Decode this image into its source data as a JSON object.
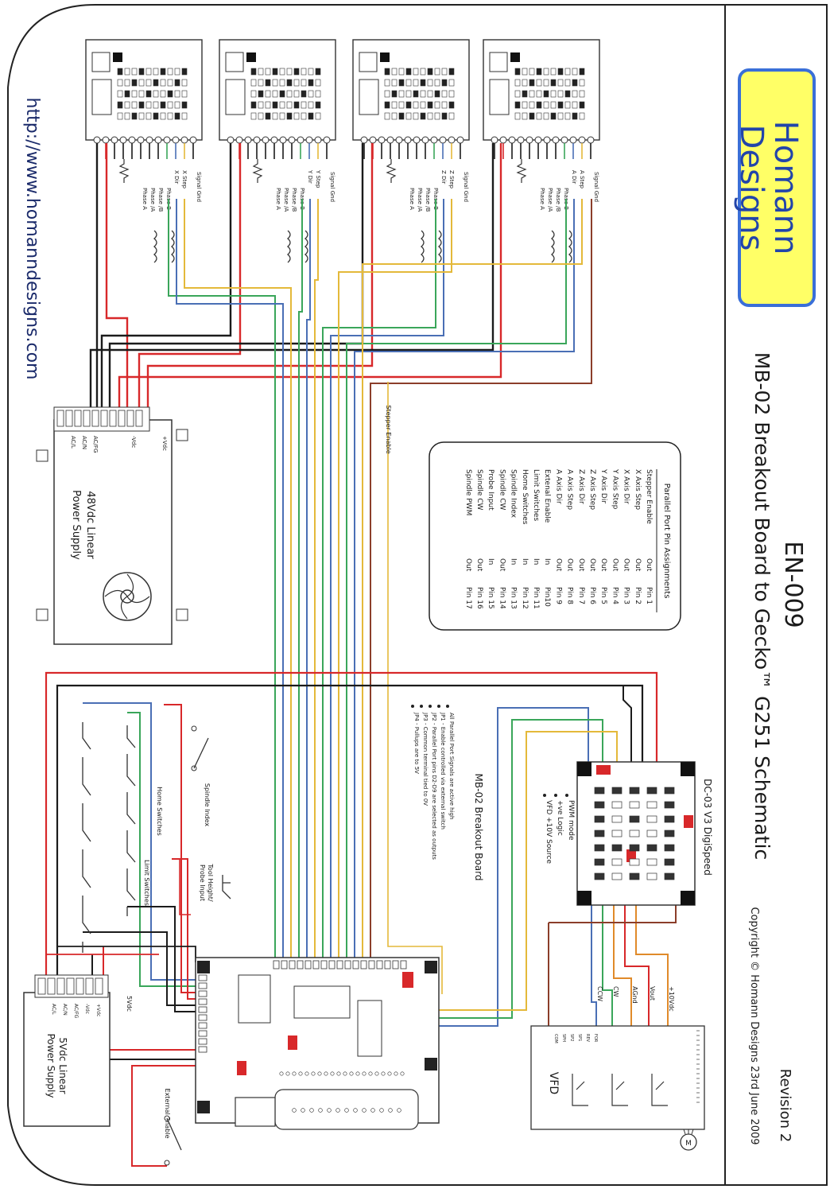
{
  "colors": {
    "red": "#d8282a",
    "black": "#1b1b1b",
    "blue": "#4a6fb5",
    "green": "#3aa65a",
    "yellow": "#e4b93a",
    "brown": "#8b3e2a",
    "orange": "#e08a2a",
    "logo_fill": "#ffff66",
    "logo_border": "#3a6fd8",
    "logo_text": "#2244aa"
  },
  "title_block": {
    "logo_line1": "Homann",
    "logo_line2": "Designs",
    "doc_number": "EN-009",
    "title": "MB-02 Breakout Board to Gecko™ G251 Schematic",
    "copyright": "Copyright © Homann Designs   23rd June 2009",
    "revision": "Revision 2"
  },
  "url": "http://www.homanndesigns.com",
  "drivers": [
    {
      "labels": [
        "Signal Gnd",
        "X Step",
        "X Dir",
        "Phase B",
        "Phase /B",
        "Phase /A",
        "Phase A"
      ]
    },
    {
      "labels": [
        "Signal Gnd",
        "Y Step",
        "Y Dir",
        "Phase B",
        "Phase /B",
        "Phase /A",
        "Phase A"
      ]
    },
    {
      "labels": [
        "Signal Gnd",
        "Z Step",
        "Z Dir",
        "Phase B",
        "Phase /B",
        "Phase /A",
        "Phase A"
      ]
    },
    {
      "labels": [
        "Signal Gnd",
        "A Step",
        "A Dir",
        "Phase B",
        "Phase /B",
        "Phase /A",
        "Phase A"
      ]
    }
  ],
  "stepper_enable_label": "Stepper Enable",
  "pin_table": {
    "title": "Parallel Port Pin Assignments",
    "rows": [
      [
        "Stepper Enable",
        "Out",
        "Pin 1"
      ],
      [
        "X Axis Step",
        "Out",
        "Pin 2"
      ],
      [
        "X Axis Dir",
        "Out",
        "Pin 3"
      ],
      [
        "Y Axis Step",
        "Out",
        "Pin 4"
      ],
      [
        "Y Axis Dir",
        "Out",
        "Pin 5"
      ],
      [
        "Z Axis Step",
        "Out",
        "Pin 6"
      ],
      [
        "Z Axis Dir",
        "Out",
        "Pin 7"
      ],
      [
        "A Axis Step",
        "Out",
        "Pin 8"
      ],
      [
        "A Axis Dir",
        "Out",
        "Pin 9"
      ],
      [
        "Extenal Enable",
        "In",
        "Pin10"
      ],
      [
        "Limit Switches",
        "In",
        "Pin 11"
      ],
      [
        "Home Switches",
        "In",
        "Pin 12"
      ],
      [
        "Spindle Index",
        "In",
        "Pin 13"
      ],
      [
        "Spindle CW",
        "Out",
        "Pin 14"
      ],
      [
        "Probe Input",
        "In",
        "Pin 15"
      ],
      [
        "Spindle CW",
        "Out",
        "Pin 16"
      ],
      [
        "Spindle PWM",
        "Out",
        "Pin 17"
      ]
    ]
  },
  "power_48v": {
    "title_line1": "48Vdc Linear",
    "title_line2": "Power Supply",
    "terminals": [
      "+Vdc",
      "-Vdc",
      "AC/FG",
      "AC/N",
      "AC/L"
    ]
  },
  "power_5v": {
    "title_line1": "5Vdc Linear",
    "title_line2": "Power Supply",
    "terminals": [
      "+Vdc",
      "-Vdc",
      "AC/FG",
      "AC/N",
      "AC/L"
    ],
    "wire_label": "5Vdc"
  },
  "dc03": {
    "title": "DC-03 V3 DigiSpeed",
    "notes": [
      "PWM mode",
      "+ve Logic",
      "VFD +10V Source"
    ]
  },
  "mb02": {
    "title": "MB-02 Breakout Board",
    "notes": [
      "All Parallel Port Signals are active high",
      "JP1 - Enable controlled via external switch",
      "JP2 - Parallel Port pins D2-D9 are selected as outputs",
      "JP3 - Common terminal tied to 0V",
      "JP4 - Pullups are to 5V"
    ]
  },
  "vfd": {
    "label": "VFD",
    "wire_labels": [
      "+10Vdc",
      "Vout",
      "AGnd",
      "CW",
      "CCW"
    ],
    "motor": "M"
  },
  "switches": {
    "spindle_index": "Spindle Index",
    "home": "Home Switches",
    "limit": "Limit Switches",
    "probe_line1": "Tool Height/",
    "probe_line2": "Probe Input",
    "external_enable": "External Enable"
  }
}
